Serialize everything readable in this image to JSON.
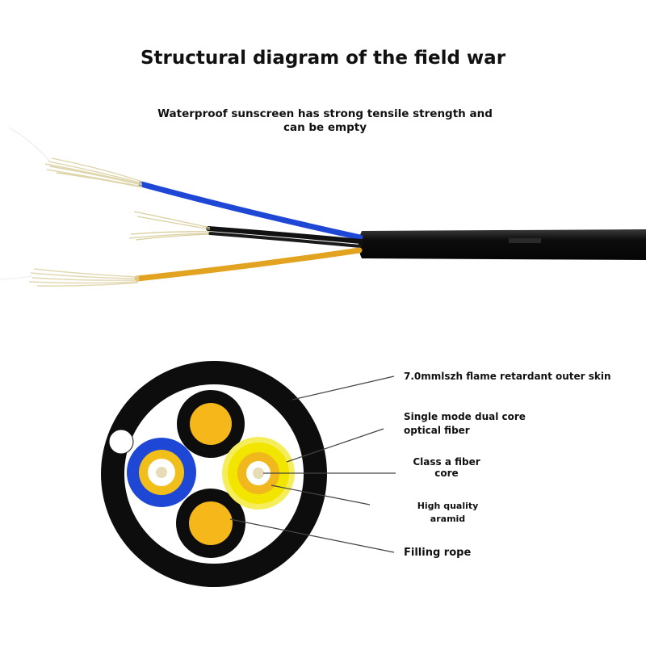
{
  "header": {
    "title": "Structural diagram of the field war",
    "subtitle": "Waterproof sunscreen has strong tensile strength and can be empty"
  },
  "labels": {
    "outer_skin": "7.0mmlszh flame retardant outer skin",
    "optical_fiber": "Single mode dual core optical fiber",
    "fiber_core": "Class a fiber core",
    "aramid": "High quality aramid",
    "filling_rope": "Filling rope"
  },
  "colors": {
    "jacket": "#0d0d0d",
    "blue_fiber": "#1f47d6",
    "yellow_fiber": "#f2e500",
    "filling_core": "#f5b719",
    "aramid": "#e6dcb8"
  }
}
